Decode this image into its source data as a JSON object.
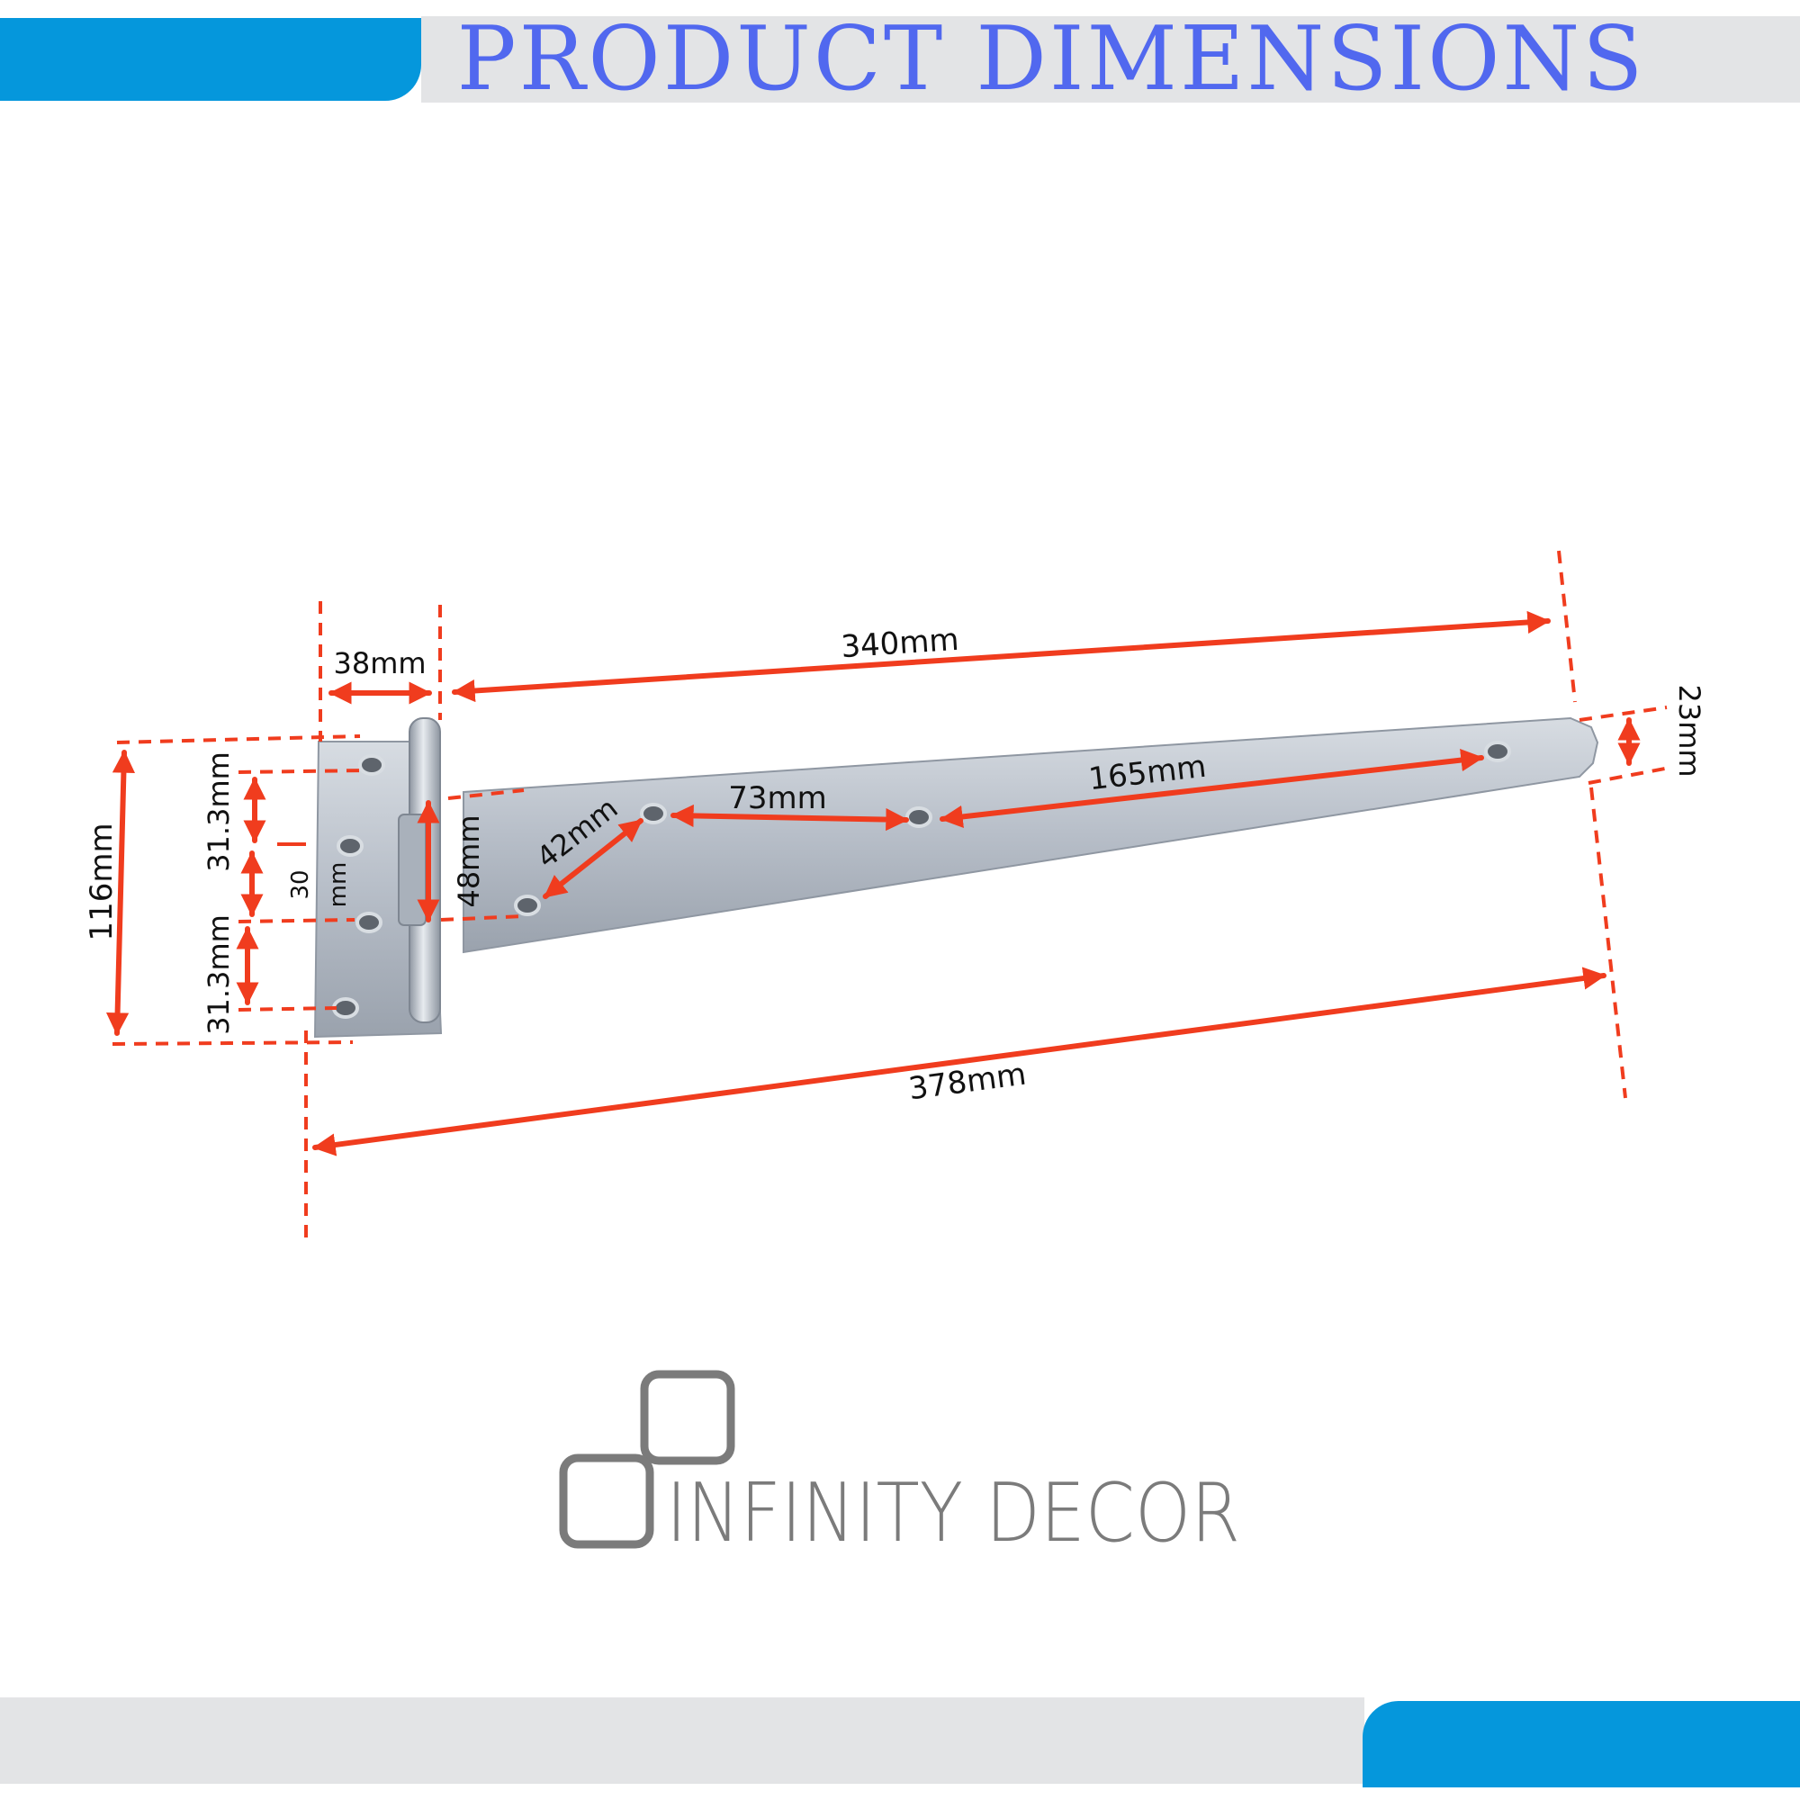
{
  "header": {
    "title": "PRODUCT  DIMENSIONS"
  },
  "colors": {
    "accent_blue": "#0597dc",
    "title_blue": "#5168ef",
    "band_grey": "#e3e4e6",
    "dimension_red": "#f03c1e",
    "hinge_steel": "#b9c0c9"
  },
  "dimensions": {
    "leaf_width": "38mm",
    "strap_length": "340mm",
    "tip_width": "23mm",
    "hole_spacing_long": "165mm",
    "hole_spacing_mid": "73mm",
    "hole_spacing_diag": "42mm",
    "strap_root_width": "48mm",
    "leaf_height": "116mm",
    "hole_pitch_top": "31.3mm",
    "hole_pitch_mid_value": "30",
    "hole_pitch_mid_unit": "mm",
    "hole_pitch_bottom": "31.3mm",
    "overall_length": "378mm"
  },
  "brand": {
    "name": "INFINITY DECOR",
    "logo_icon": "interlocking-squares-logo"
  }
}
